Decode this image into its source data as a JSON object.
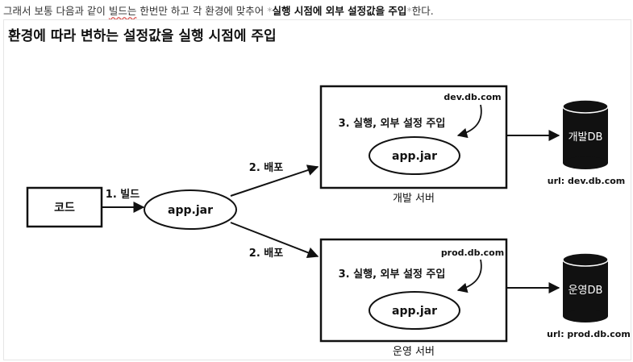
{
  "caption": {
    "before": "그래서 보통 다음과 같이 ",
    "underlined": "빌드는",
    "middle": " 한번만 하고 각 환경에 맞추어 ",
    "mark_open": "*",
    "bold": "실행 시점에 외부 설정값을 주입",
    "mark_close": "*",
    "after": "한다."
  },
  "diagram": {
    "title": "환경에 따라 변하는 설정값을 실행 시점에 주입",
    "code_box": "코드",
    "build_label": "1. 빌드",
    "artifact": "app.jar",
    "deploy_label_top": "2. 배포",
    "deploy_label_bottom": "2. 배포",
    "dev_server": {
      "name": "개발 서버",
      "config_source": "dev.db.com",
      "step": "3. 실행, 외부 설정 주입",
      "artifact": "app.jar",
      "db_label": "개발DB",
      "db_url": "url: dev.db.com"
    },
    "prod_server": {
      "name": "운영 서버",
      "config_source": "prod.db.com",
      "step": "3. 실행, 외부 설정 주입",
      "artifact": "app.jar",
      "db_label": "운영DB",
      "db_url": "url: prod.db.com"
    }
  }
}
